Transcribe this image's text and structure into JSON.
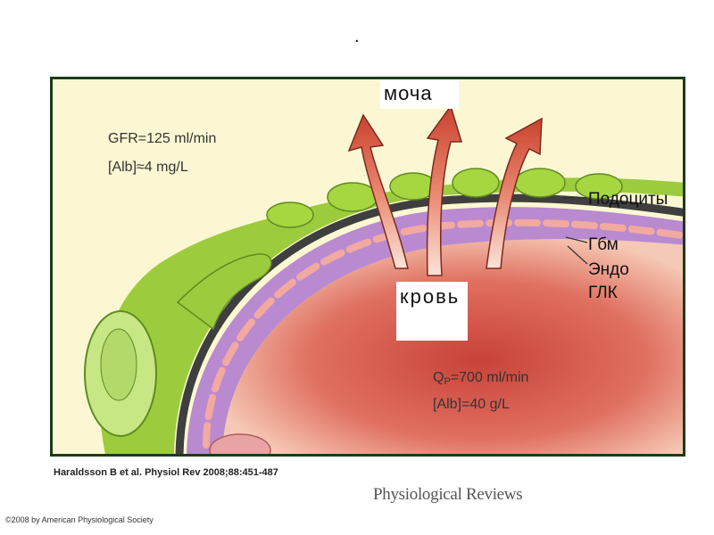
{
  "slide": {
    "top_mark": ".",
    "figure": {
      "filtrate_rate": "GFR=125 ml/min",
      "filtrate_albumin": "[Alb]≈4 mg/L",
      "plasma_flow_prefix": "Q",
      "plasma_flow_sub": "P",
      "plasma_flow_value": "=700 ml/min",
      "plasma_albumin": "[Alb]=40 g/L"
    },
    "overlay_labels": {
      "urine": "моча",
      "blood": "кровь"
    },
    "layer_labels": {
      "podocytes": "Подоциты",
      "gbm": "Гбм",
      "endo": "Эндо",
      "glk": "ГЛК"
    },
    "citation": "Haraldsson B et al. Physiol Rev 2008;88:451-487",
    "journal_logo": "Physiological Reviews",
    "copyright": "©2008 by American Physiological Society"
  },
  "colors": {
    "filtrate_background": "#fbf7d2",
    "podocyte_green": "#9ccc3d",
    "gbm_dark": "#3f3f3f",
    "endothelium_purple": "#b98ad0",
    "blood_red": "#d9594b",
    "arrow_red": "#d4553f",
    "frame": "#1d3a1d"
  }
}
